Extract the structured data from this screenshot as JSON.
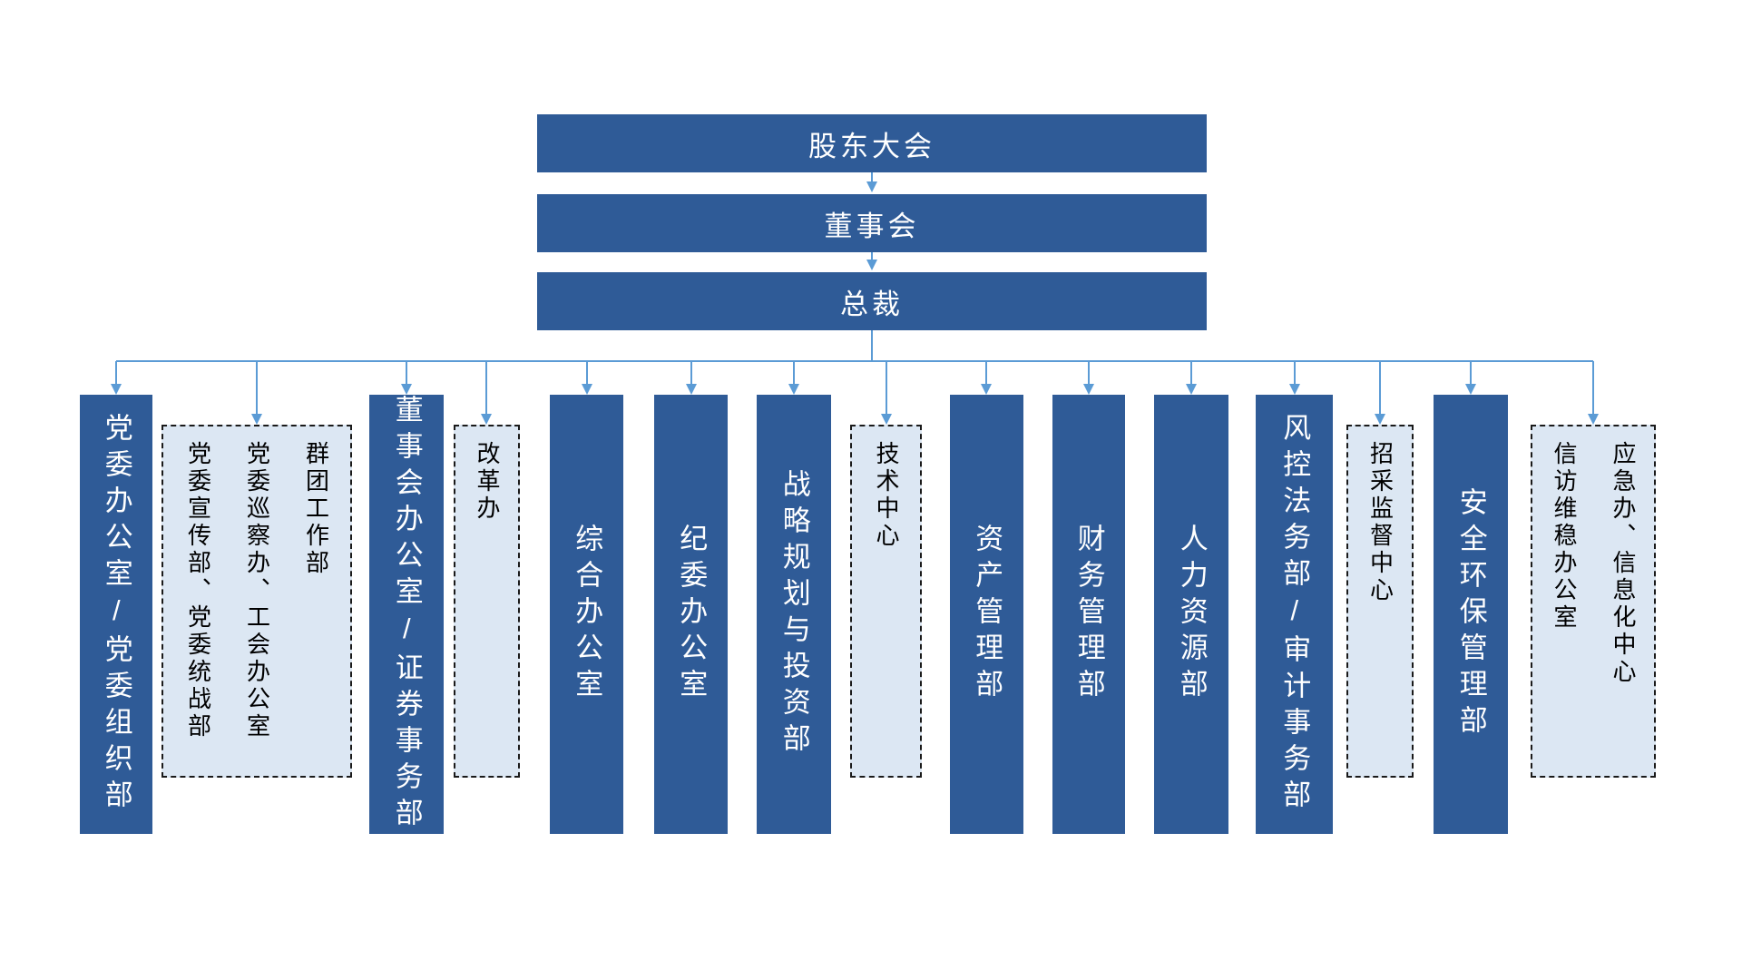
{
  "colors": {
    "solid_box_fill": "#2F5B97",
    "dashed_box_fill": "#DCE7F3",
    "dashed_box_border": "#1A1A1A",
    "connector_line": "#5B9BD5",
    "solid_box_text": "#FFFFFF",
    "dashed_box_text": "#000000",
    "background": "#FFFFFF"
  },
  "top_chain": [
    {
      "label": "股东大会"
    },
    {
      "label": "董事会"
    },
    {
      "label": "总裁"
    }
  ],
  "departments": [
    {
      "label": "党委办公室/党委组织部",
      "style": "solid"
    },
    {
      "label": "群团工作部\n党委巡察办、工会办公室\n党委宣传部、党委统战部",
      "style": "dashed"
    },
    {
      "label": "董事会办公室/证券事务部",
      "style": "solid"
    },
    {
      "label": "改革办",
      "style": "dashed"
    },
    {
      "label": "综合办公室",
      "style": "solid"
    },
    {
      "label": "纪委办公室",
      "style": "solid"
    },
    {
      "label": "战略规划与投资部",
      "style": "solid"
    },
    {
      "label": "技术中心",
      "style": "dashed"
    },
    {
      "label": "资产管理部",
      "style": "solid"
    },
    {
      "label": "财务管理部",
      "style": "solid"
    },
    {
      "label": "人力资源部",
      "style": "solid"
    },
    {
      "label": "风控法务部/审计事务部",
      "style": "solid"
    },
    {
      "label": "招采监督中心",
      "style": "dashed"
    },
    {
      "label": "安全环保管理部",
      "style": "solid"
    },
    {
      "label": "应急办、信息化中心\n信访维稳办公室",
      "style": "dashed"
    }
  ]
}
